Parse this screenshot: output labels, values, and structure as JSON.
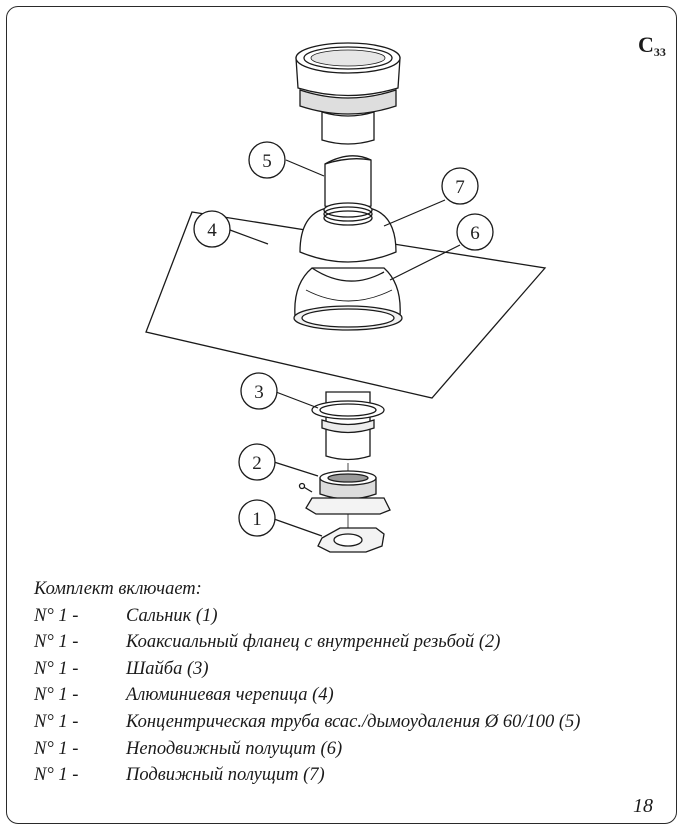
{
  "diagram_code": {
    "letter": "C",
    "number": "33"
  },
  "callouts": [
    "1",
    "2",
    "3",
    "4",
    "5",
    "6",
    "7"
  ],
  "kit": {
    "heading": "Комплект включает:",
    "items": [
      {
        "qty": "N° 1 -",
        "text": "Сальник (1)"
      },
      {
        "qty": "N° 1 -",
        "text": "Коаксиальный фланец с внутренней резьбой (2)"
      },
      {
        "qty": "N° 1 -",
        "text": "Шайба (3)"
      },
      {
        "qty": "N° 1 -",
        "text": "Алюминиевая черепица (4)"
      },
      {
        "qty": "N° 1 -",
        "text": "Концентрическая труба всас./дымоудаления Ø 60/100 (5)"
      },
      {
        "qty": "N° 1 -",
        "text": "Неподвижный полущит (6)"
      },
      {
        "qty": "N° 1 -",
        "text": "Подвижный полущит (7)"
      }
    ]
  },
  "page_number": "18"
}
